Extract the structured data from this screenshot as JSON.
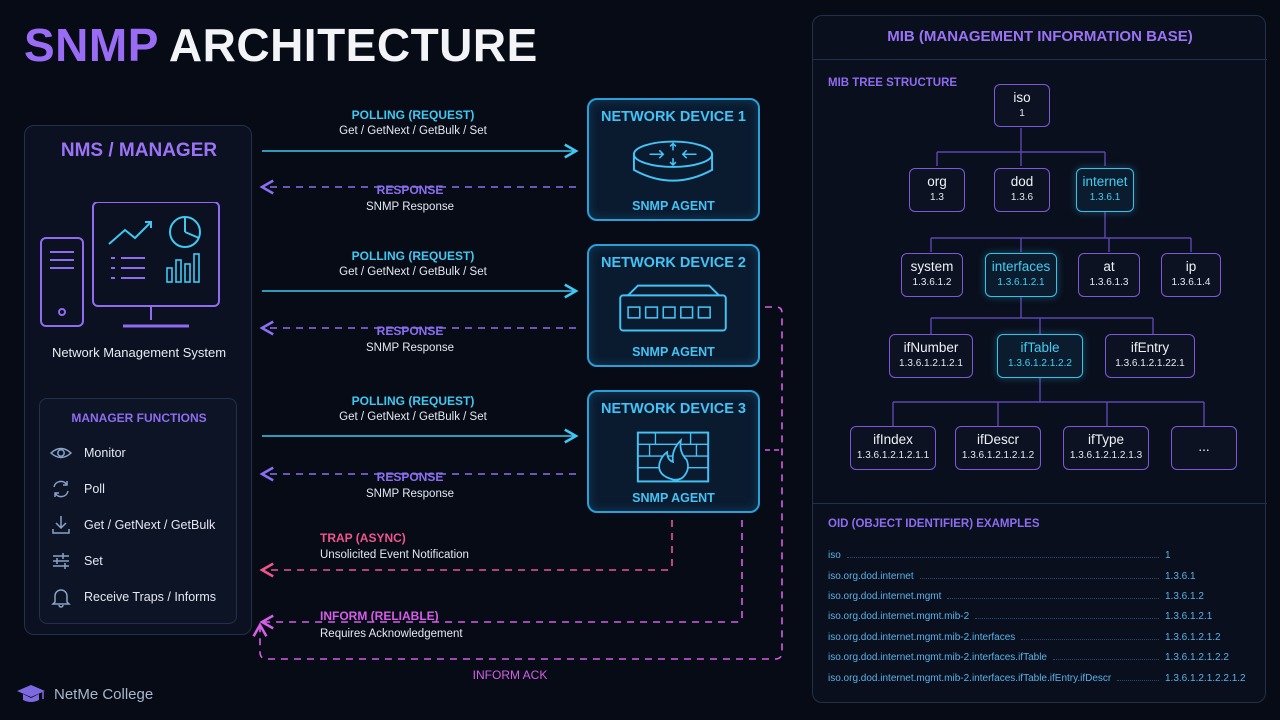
{
  "title": {
    "part1": "SNMP",
    "part2": "ARCHITECTURE"
  },
  "nms": {
    "title": "NMS / MANAGER",
    "caption": "Network Management System",
    "functions_title": "MANAGER FUNCTIONS",
    "functions": [
      {
        "icon": "eye-icon",
        "label": "Monitor"
      },
      {
        "icon": "refresh-icon",
        "label": "Poll"
      },
      {
        "icon": "download-icon",
        "label": "Get / GetNext / GetBulk"
      },
      {
        "icon": "sliders-icon",
        "label": "Set"
      },
      {
        "icon": "bell-icon",
        "label": "Receive Traps / Informs"
      }
    ]
  },
  "flows": {
    "polling_title": "POLLING (REQUEST)",
    "polling_sub": "Get / GetNext / GetBulk / Set",
    "response_title": "RESPONSE",
    "response_sub": "SNMP Response",
    "trap_title": "TRAP (ASYNC)",
    "trap_sub": "Unsolicited Event Notification",
    "inform_title": "INFORM (RELIABLE)",
    "inform_sub": "Requires Acknowledgement",
    "inform_ack": "INFORM ACK"
  },
  "devices": [
    {
      "title": "NETWORK DEVICE 1",
      "icon": "router-icon",
      "agent": "SNMP AGENT"
    },
    {
      "title": "NETWORK DEVICE 2",
      "icon": "switch-icon",
      "agent": "SNMP AGENT"
    },
    {
      "title": "NETWORK DEVICE 3",
      "icon": "firewall-icon",
      "agent": "SNMP AGENT"
    }
  ],
  "mib": {
    "title": "MIB (MANAGEMENT INFORMATION BASE)",
    "tree_title": "MIB TREE STRUCTURE",
    "tree": {
      "iso": {
        "name": "iso",
        "oid": "1"
      },
      "org": {
        "name": "org",
        "oid": "1.3"
      },
      "dod": {
        "name": "dod",
        "oid": "1.3.6"
      },
      "internet": {
        "name": "internet",
        "oid": "1.3.6.1"
      },
      "system": {
        "name": "system",
        "oid": "1.3.6.1.2"
      },
      "interfaces": {
        "name": "interfaces",
        "oid": "1.3.6.1.2.1"
      },
      "at": {
        "name": "at",
        "oid": "1.3.6.1.3"
      },
      "ip": {
        "name": "ip",
        "oid": "1.3.6.1.4"
      },
      "ifNumber": {
        "name": "ifNumber",
        "oid": "1.3.6.1.2.1.2.1"
      },
      "ifTable": {
        "name": "ifTable",
        "oid": "1.3.6.1.2.1.2.2"
      },
      "ifEntry": {
        "name": "ifEntry",
        "oid": "1.3.6.1.2.1.22.1"
      },
      "ifIndex": {
        "name": "ifIndex",
        "oid": "1.3.6.1.2.1.2.1.1"
      },
      "ifDescr": {
        "name": "ifDescr",
        "oid": "1.3.6.1.2.1.2.1.2"
      },
      "ifType": {
        "name": "ifType",
        "oid": "1.3.6.1.2.1.2.1.3"
      },
      "more": {
        "name": "..."
      }
    },
    "oid_title": "OID (OBJECT IDENTIFIER) EXAMPLES",
    "oids": [
      {
        "path": "iso",
        "value": "1"
      },
      {
        "path": "iso.org.dod.internet",
        "value": "1.3.6.1"
      },
      {
        "path": "iso.org.dod.internet.mgmt",
        "value": "1.3.6.1.2"
      },
      {
        "path": "iso.org.dod.internet.mgmt.mib-2",
        "value": "1.3.6.1.2.1"
      },
      {
        "path": "iso.org.dod.internet.mgmt.mib-2.interfaces",
        "value": "1.3.6.1.2.1.2"
      },
      {
        "path": "iso.org.dod.internet.mgmt.mib-2.interfaces.ifTable",
        "value": "1.3.6.1.2.1.2.2"
      },
      {
        "path": "iso.org.dod.internet.mgmt.mib-2.interfaces.ifTable.ifEntry.ifDescr",
        "value": "1.3.6.1.2.1.2.2.1.2"
      }
    ]
  },
  "brand": {
    "name": "NetMe College",
    "icon": "graduation-cap-icon"
  },
  "colors": {
    "background": "#070b16",
    "cyan": "#3fc8f2",
    "purple": "#8a6ff0",
    "pink": "#f0558f",
    "magenta": "#d65de8"
  }
}
